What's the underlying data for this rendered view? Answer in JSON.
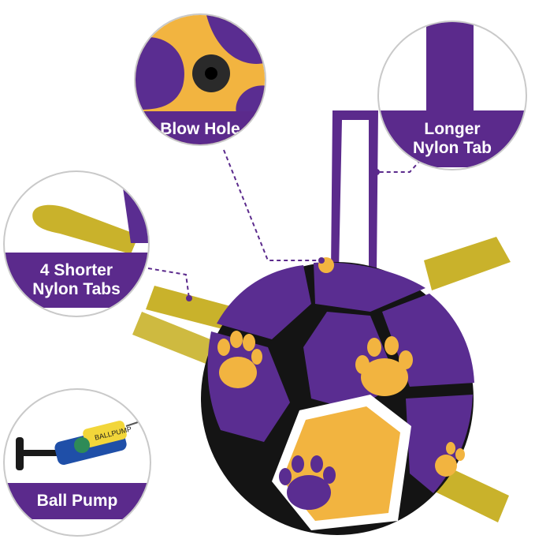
{
  "callouts": {
    "blow_hole": "Blow Hole",
    "longer_tab": "Longer\nNylon Tab",
    "shorter_tabs": "4 Shorter\nNylon Tabs",
    "ball_pump": "Ball Pump"
  },
  "pump_label": "BALLPUMP",
  "colors": {
    "purple": "#5b2a8c",
    "ball_purple": "#5a2d91",
    "yellow": "#f2b440",
    "tab_yellow": "#c9b22b",
    "black": "#141414",
    "dashed_line": "#5b2a8c"
  },
  "icons": [
    "paw-print-icon",
    "pump-icon"
  ]
}
